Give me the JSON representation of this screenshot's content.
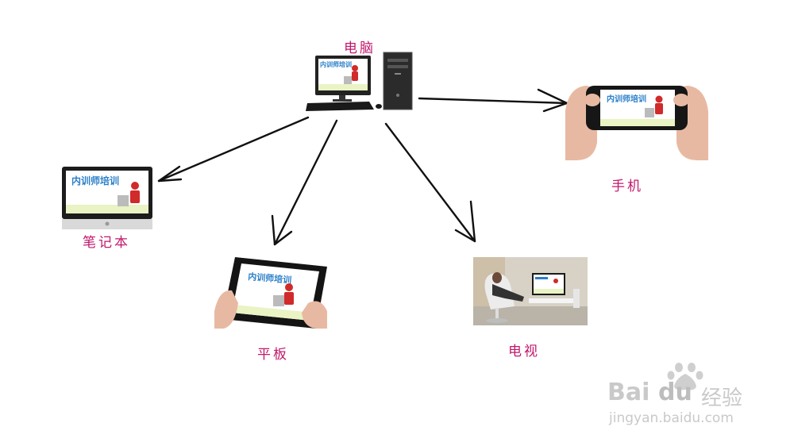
{
  "nodes": {
    "computer": "电脑",
    "phone": "手机",
    "laptop": "笔记本",
    "tablet": "平板",
    "tv": "电视"
  },
  "slide": {
    "title": "内训师培训",
    "subtitle": "Train The trainer for training"
  },
  "watermark": {
    "brand": "Bai",
    "brand2": "du",
    "cn": "经验",
    "url": "jingyan.baidu.com"
  }
}
